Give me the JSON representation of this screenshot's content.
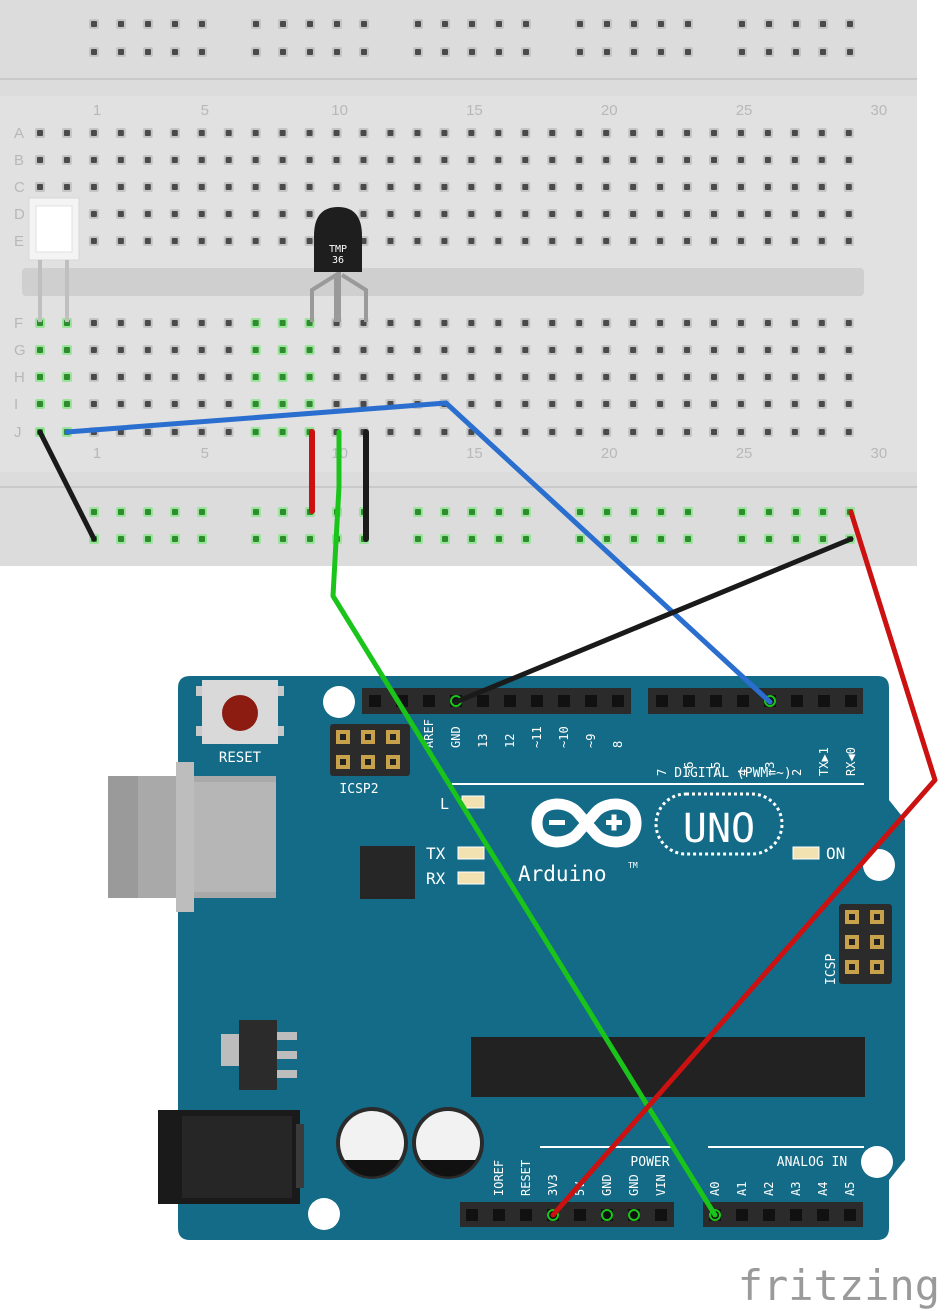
{
  "breadboard": {
    "column_labels": [
      "1",
      "5",
      "10",
      "15",
      "20",
      "25",
      "30"
    ],
    "row_labels_top": [
      "A",
      "B",
      "C",
      "D",
      "E"
    ],
    "row_labels_bottom": [
      "F",
      "G",
      "H",
      "I",
      "J"
    ]
  },
  "sensor": {
    "line1": "TMP",
    "line2": "36"
  },
  "arduino": {
    "reset_label": "RESET",
    "icsp2_label": "ICSP2",
    "icsp_label": "ICSP",
    "digital_label": "DIGITAL (PWM=~)",
    "digital_left_pins": [
      "AREF",
      "GND",
      "13",
      "12",
      "~11",
      "~10",
      "~9",
      "8"
    ],
    "digital_right_pins": [
      "7",
      "~6",
      "~5",
      "4",
      "~3",
      "2",
      "TX▶1",
      "RX◀0"
    ],
    "l_label": "L",
    "tx_label": "TX",
    "rx_label": "RX",
    "on_label": "ON",
    "brand": "Arduino",
    "tm": "TM",
    "model": "UNO",
    "power_label": "POWER",
    "power_pins": [
      "IOREF",
      "RESET",
      "3V3",
      "5V",
      "GND",
      "GND",
      "VIN"
    ],
    "analog_label": "ANALOG IN",
    "analog_pins": [
      "A0",
      "A1",
      "A2",
      "A3",
      "A4",
      "A5"
    ]
  },
  "watermark": "fritzing",
  "colors": {
    "board": "#136b87",
    "breadboard": "#dcdcdc",
    "wire_blue": "#2a6fcf",
    "wire_red": "#cc1111",
    "wire_black": "#1a1a1a",
    "wire_green": "#1bc41b"
  }
}
